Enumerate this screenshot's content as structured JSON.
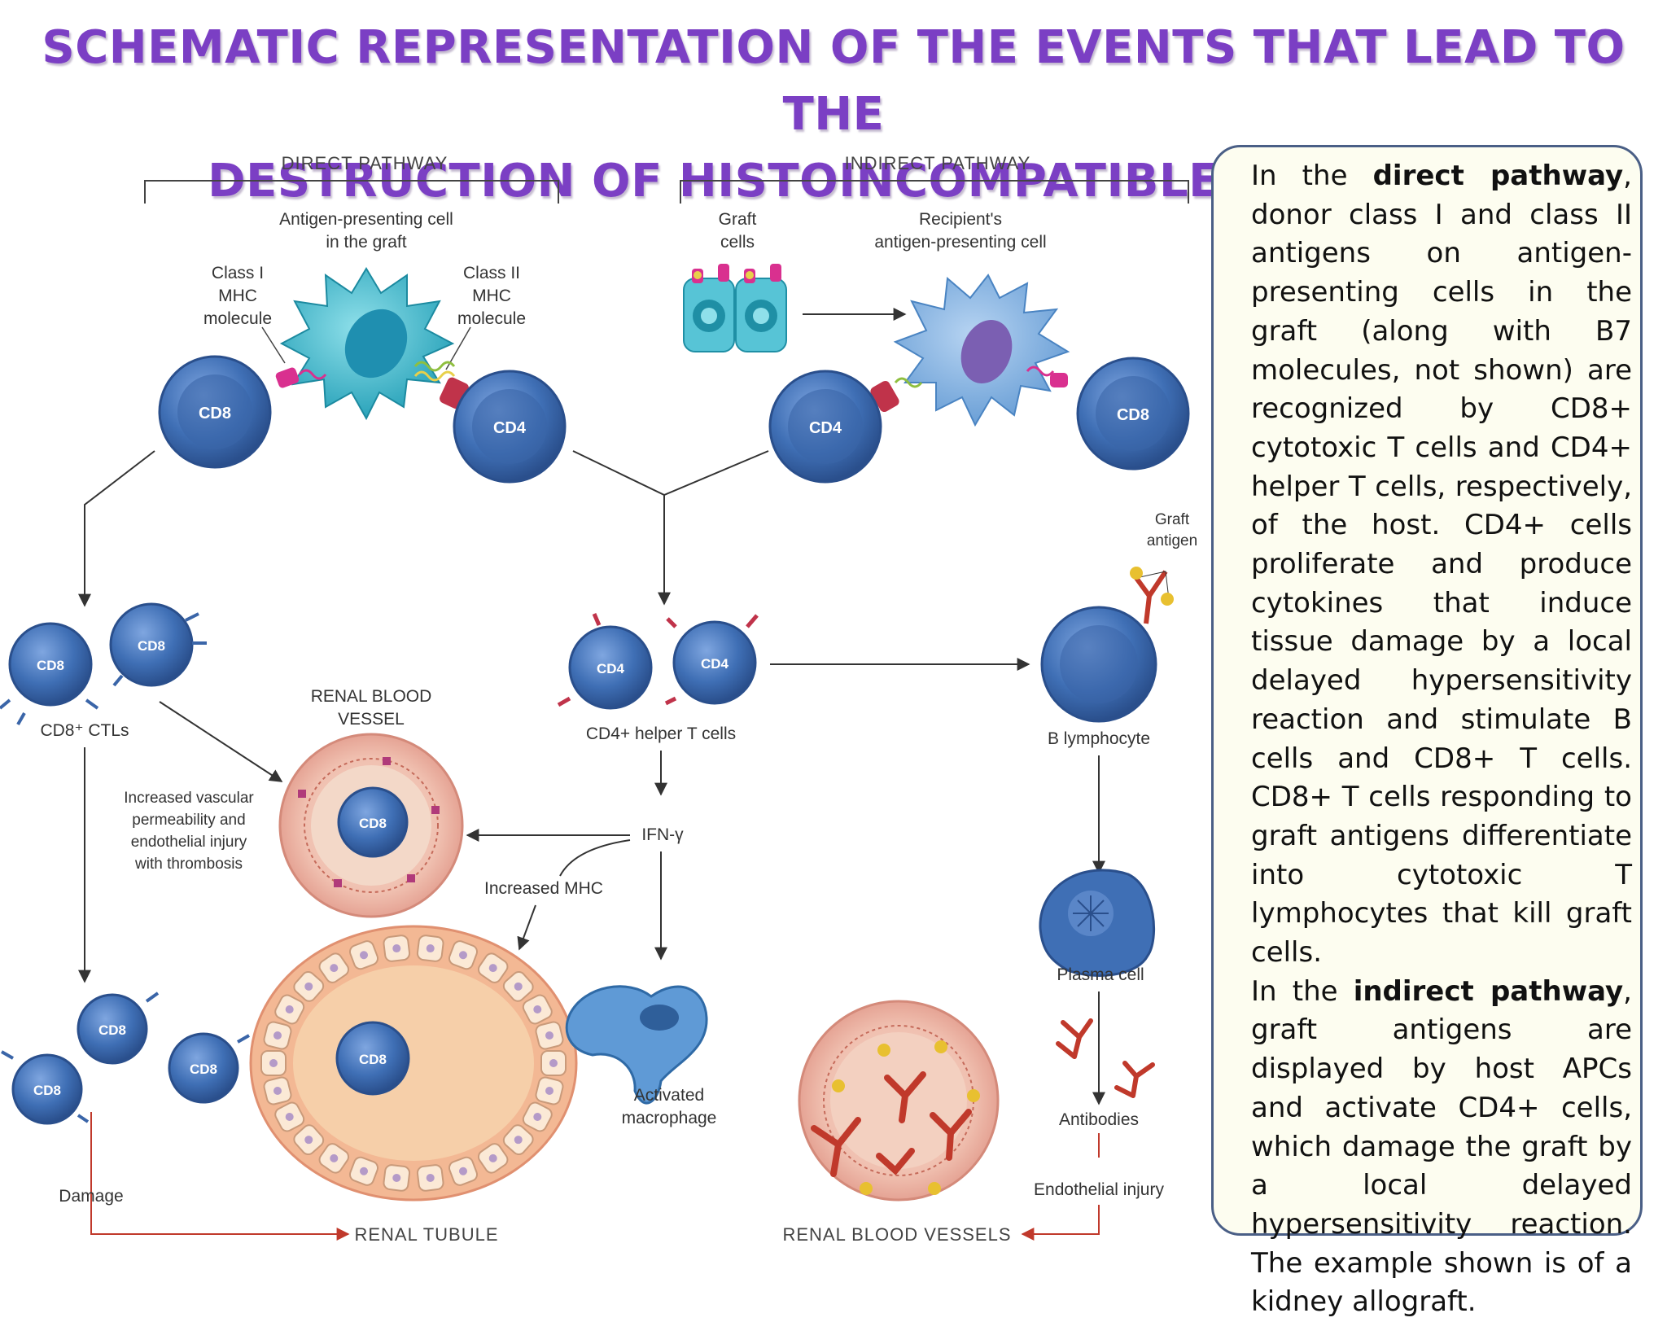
{
  "title": {
    "line1": "SCHEMATIC REPRESENTATION OF THE EVENTS THAT LEAD TO THE",
    "line2": "DESTRUCTION OF HISTOINCOMPATIBLE GRAFTS."
  },
  "diagram": {
    "direct_header": "DIRECT PATHWAY",
    "indirect_header": "INDIRECT PATHWAY",
    "apc_graft_1": "Antigen-presenting cell",
    "apc_graft_2": "in the graft",
    "class1_1": "Class I",
    "class1_2": "MHC",
    "class1_3": "molecule",
    "class2_1": "Class II",
    "class2_2": "MHC",
    "class2_3": "molecule",
    "graft_cells_1": "Graft",
    "graft_cells_2": "cells",
    "recipient_apc_1": "Recipient's",
    "recipient_apc_2": "antigen-presenting cell",
    "cd8": "CD8",
    "cd4": "CD4",
    "cd8_ctls": "CD8⁺ CTLs",
    "cd4_helper": "CD4+ helper T cells",
    "renal_blood_vessel_1": "RENAL BLOOD",
    "renal_blood_vessel_2": "VESSEL",
    "vascular_1": "Increased vascular",
    "vascular_2": "permeability and",
    "vascular_3": "endothelial injury",
    "vascular_4": "with thrombosis",
    "ifn": "IFN-γ",
    "increased_mhc": "Increased MHC",
    "graft_antigen_1": "Graft",
    "graft_antigen_2": "antigen",
    "b_lymphocyte": "B lymphocyte",
    "plasma_cell": "Plasma cell",
    "antibodies": "Antibodies",
    "activated_macrophage_1": "Activated",
    "activated_macrophage_2": "macrophage",
    "damage": "Damage",
    "endothelial_injury": "Endothelial injury",
    "renal_tubule": "RENAL TUBULE",
    "renal_blood_vessels": "RENAL BLOOD VESSELS"
  },
  "panel": {
    "p1_a": "In the ",
    "p1_bold": "direct pathway",
    "p1_b": ", donor class I and class II antigens on antigen-presenting cells in the graft (along with B7 molecules, not shown) are recognized by CD8+ cytotoxic T cells and CD4+ helper T cells, respectively, of the host. CD4+ cells proliferate and produce cytokines that induce tissue damage by a local delayed hypersensitivity reaction and stimulate B cells and CD8+ T cells. CD8+ T cells responding to graft antigens differentiate into cytotoxic T lymphocytes that kill graft cells.",
    "p2_a": "In the ",
    "p2_bold": "indirect pathway",
    "p2_b": ", graft antigens are displayed by host APCs and activate CD4+ cells, which damage the graft by a local delayed hypersensitivity reaction. The example shown is of a kidney allograft."
  },
  "colors": {
    "title": "#7b3fc4",
    "t_cell": "#3f6fb5",
    "apc": "#31b3c9",
    "tissue": "#f1c9a8",
    "panel_border": "#4a5f86",
    "damage_arrow": "#c0392b"
  }
}
